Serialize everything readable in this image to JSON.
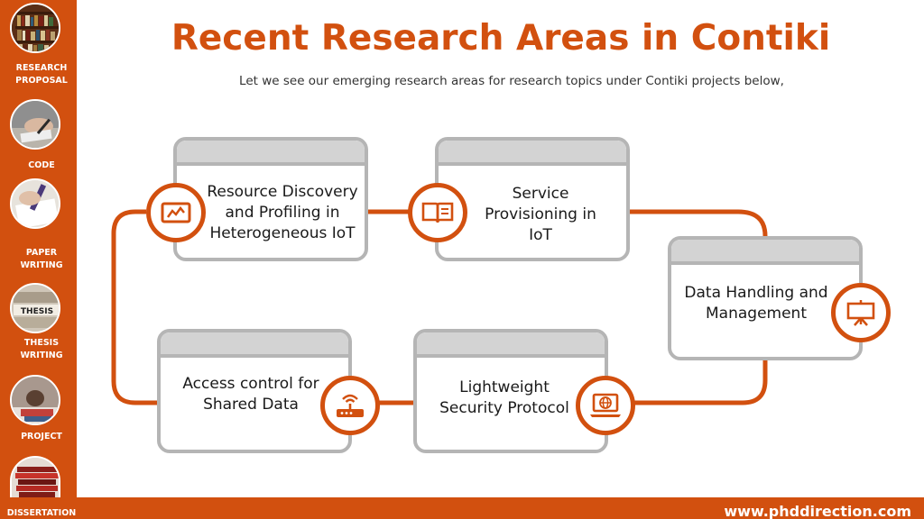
{
  "sidebar": {
    "items": [
      {
        "label_line1": "RESEARCH",
        "label_line2": "PROPOSAL",
        "thumb_icon": "bookshelf-photo"
      },
      {
        "label_line1": "CODE",
        "label_line2": "",
        "thumb_icon": "hand-writing-photo"
      },
      {
        "label_line1": "PAPER",
        "label_line2": "WRITING",
        "thumb_icon": "pen-paper-photo"
      },
      {
        "label_line1": "THESIS",
        "label_line2": "WRITING",
        "thumb_icon": "thesis-blocks-photo"
      },
      {
        "label_line1": "PROJECT",
        "label_line2": "",
        "thumb_icon": "person-books-photo"
      },
      {
        "label_line1": "DISSERTATION",
        "label_line2": "",
        "thumb_icon": "book-stack-photo"
      }
    ]
  },
  "header": {
    "title": "Recent Research Areas in Contiki",
    "subtitle": "Let we see our emerging research areas for research topics under Contiki projects below,"
  },
  "diagram": {
    "steps": [
      {
        "line1": "Resource Discovery",
        "line2": "and Profiling in",
        "line3": "Heterogeneous IoT",
        "icon": "monitor-chart-icon"
      },
      {
        "line1": "Service",
        "line2": "Provisioning in",
        "line3": "IoT",
        "icon": "open-book-icon"
      },
      {
        "line1": "Data Handling and",
        "line2": "Management",
        "icon": "presentation-board-icon"
      },
      {
        "line1": "Lightweight",
        "line2": "Security Protocol",
        "icon": "laptop-globe-icon"
      },
      {
        "line1": "Access control for",
        "line2": "Shared Data",
        "icon": "wifi-router-icon"
      }
    ]
  },
  "footer": {
    "url": "www.phddirection.com"
  },
  "colors": {
    "accent": "#d2500f",
    "card_border": "#b5b5b5",
    "card_header": "#d3d3d3"
  }
}
